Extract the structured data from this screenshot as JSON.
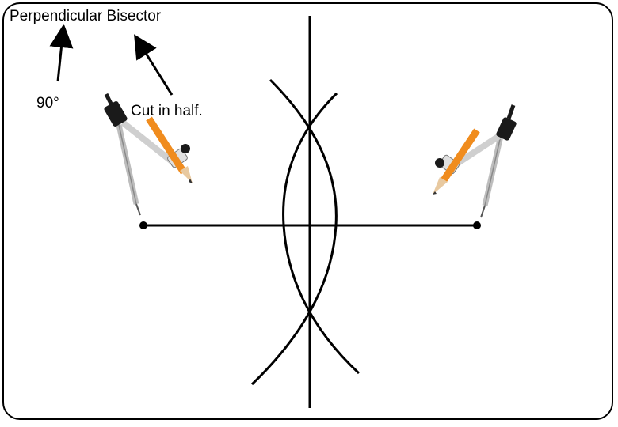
{
  "title": "Perpendicular Bisector",
  "annotations": {
    "right_angle": "90°",
    "cut_note": "Cut in half."
  },
  "colors": {
    "line": "#000000",
    "pencil_body": "#f08c1e",
    "pencil_wood": "#e8c9a0",
    "compass_metal": "#c8c8c8",
    "compass_head": "#1a1a1a"
  },
  "icons": [
    "compass-left-icon",
    "compass-right-icon",
    "pencil-icon",
    "arrow-icon"
  ]
}
